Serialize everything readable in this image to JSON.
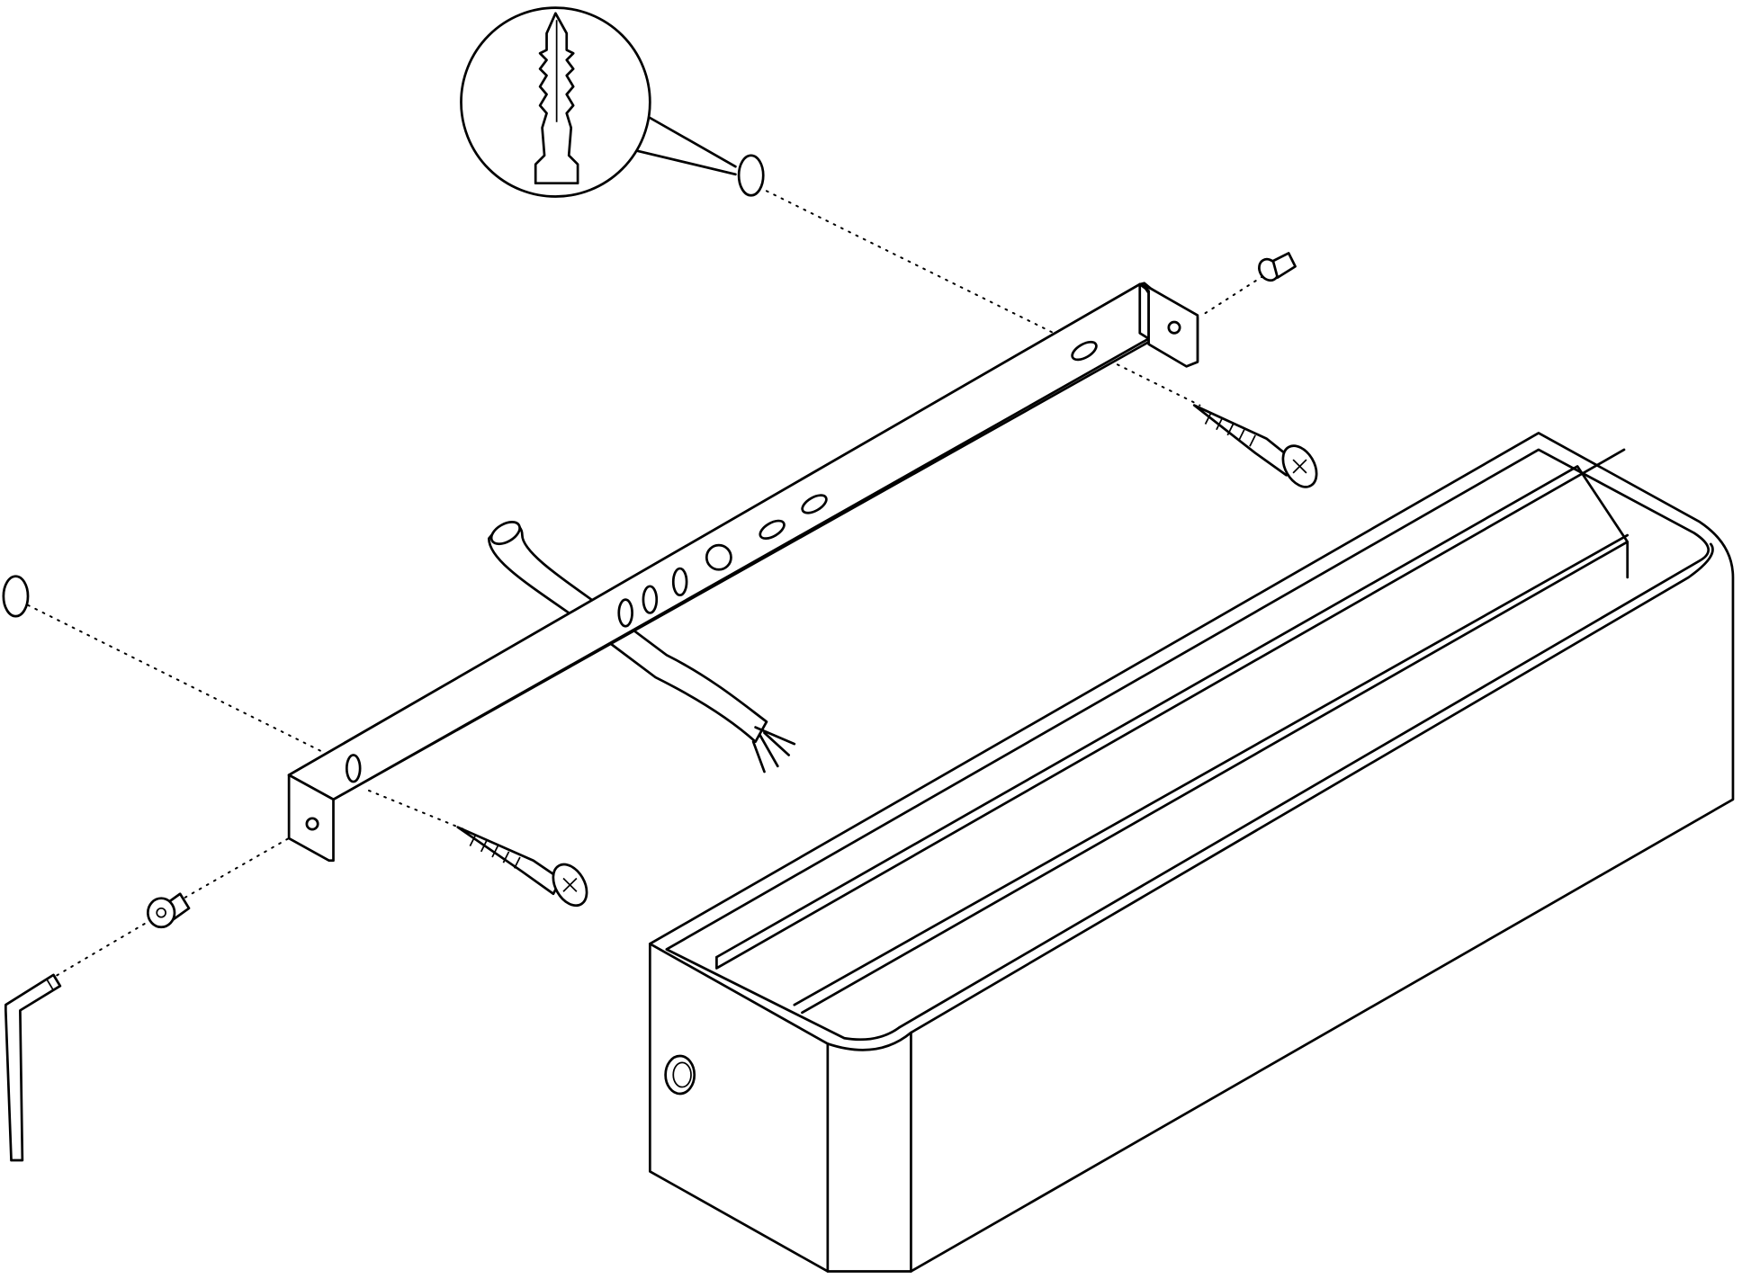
{
  "diagram": {
    "kind": "exploded assembly drawing",
    "line_color": "#000000",
    "background": "#ffffff",
    "parts": [
      "wall-plug-detail",
      "wall-plug",
      "mounting-bracket",
      "wood-screw",
      "machine-screw",
      "power-cable",
      "lamp-housing",
      "hex-key"
    ]
  }
}
